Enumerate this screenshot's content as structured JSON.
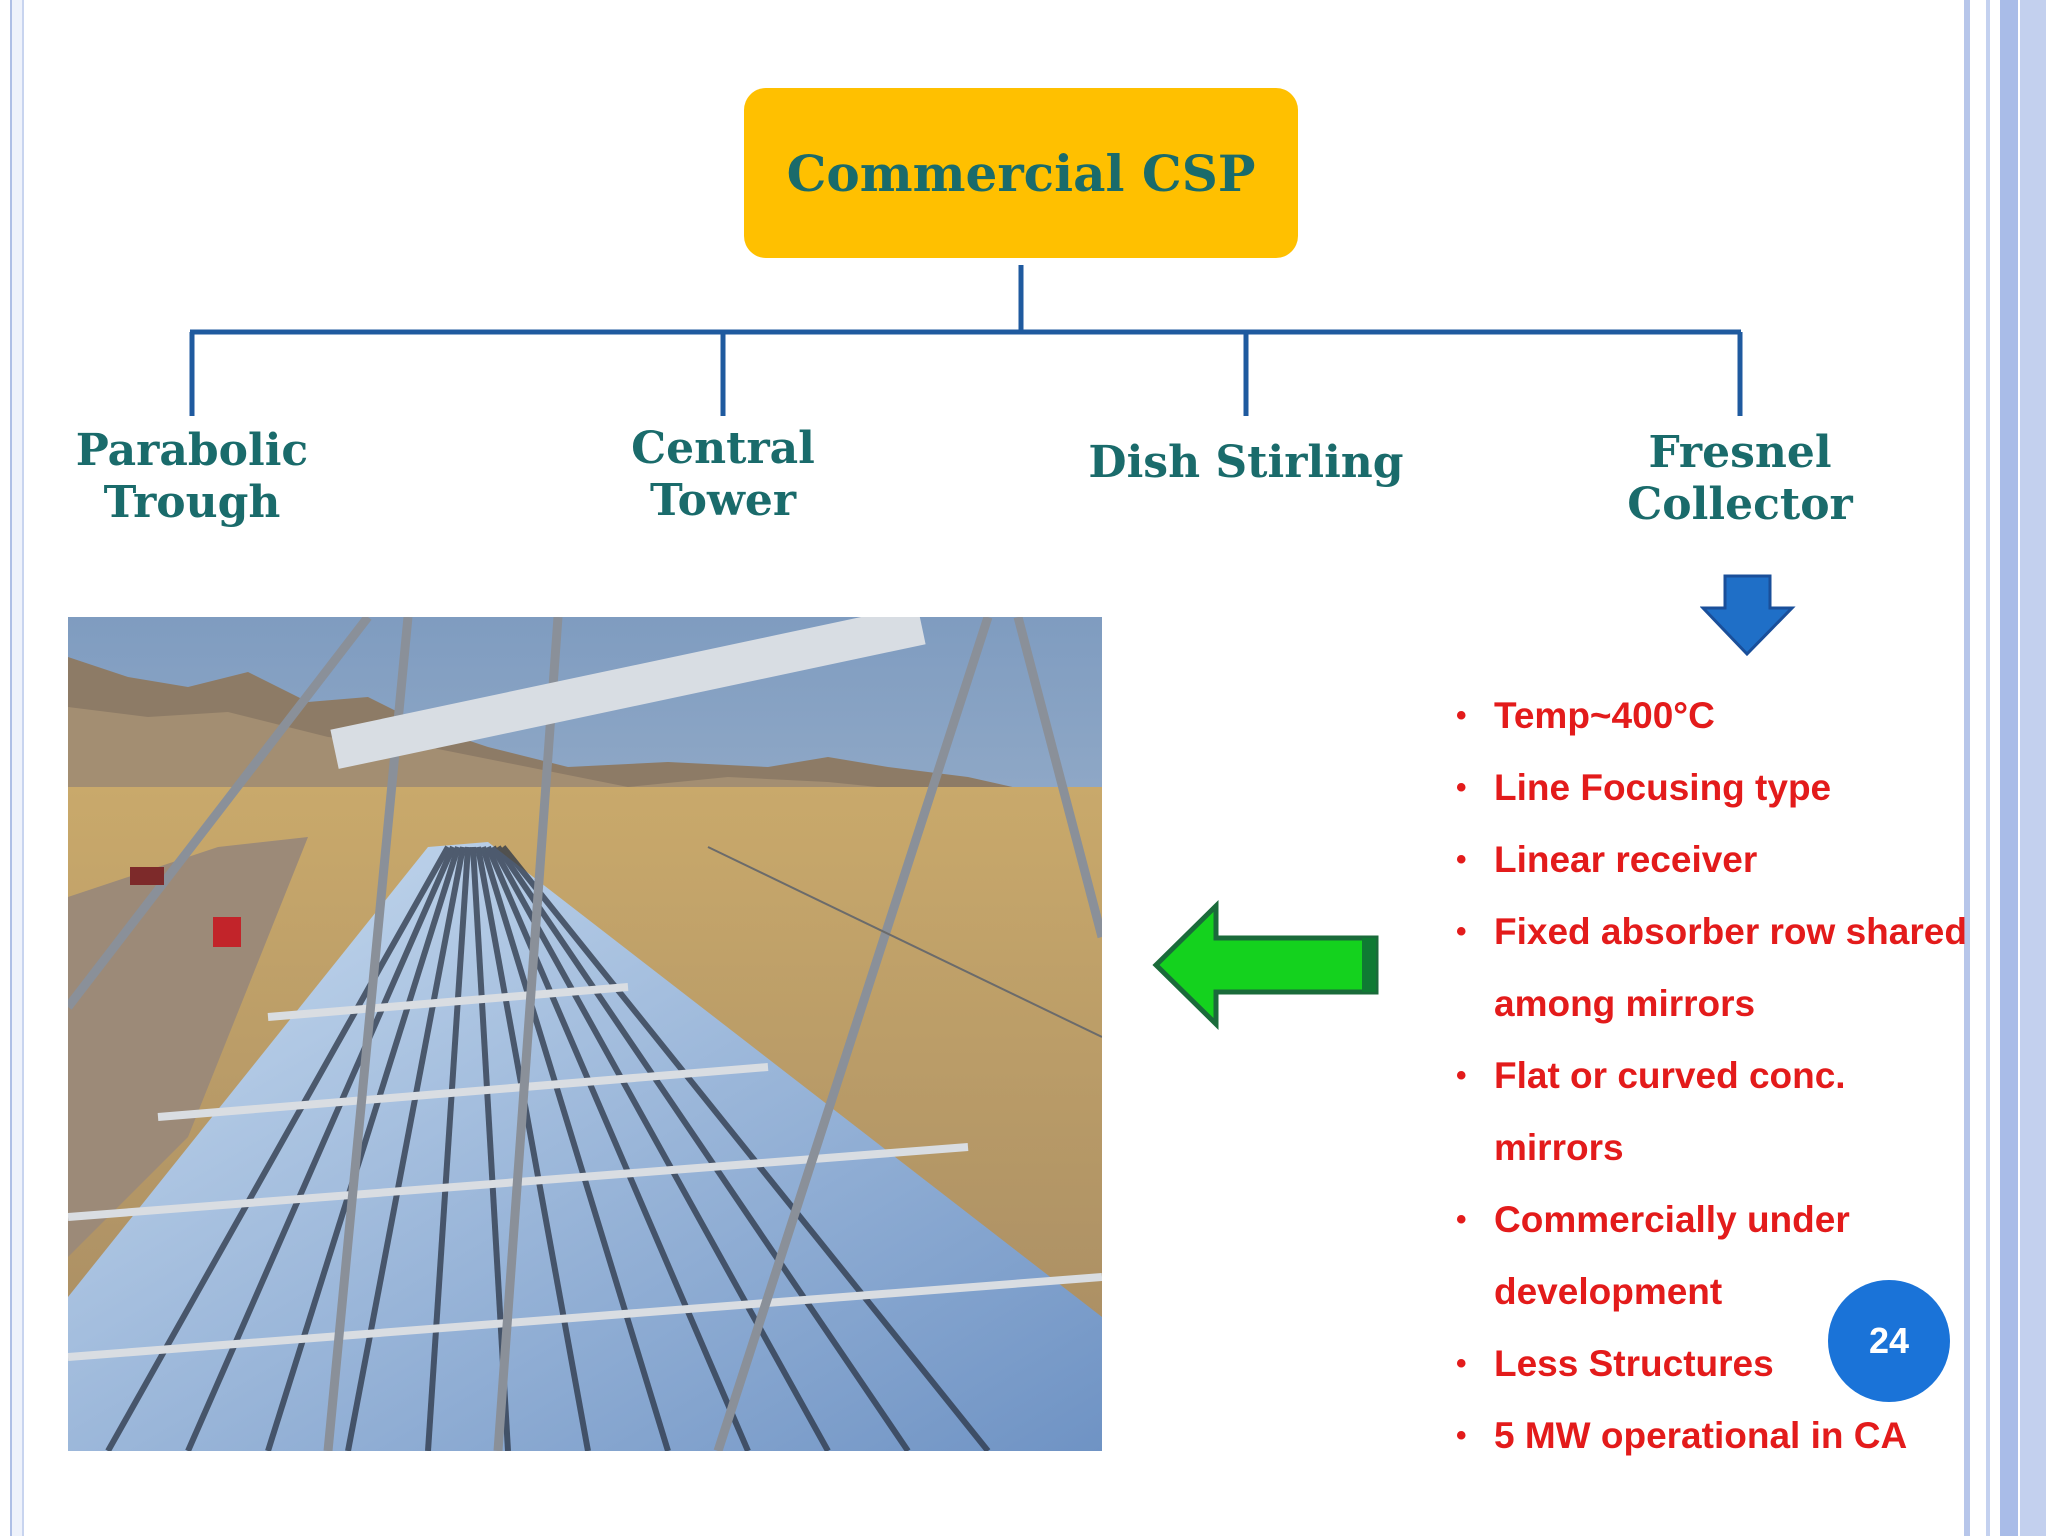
{
  "diagram": {
    "root": {
      "label": "Commercial CSP",
      "color": "#ffc000",
      "text_color": "#1a6b6b"
    },
    "branches": [
      {
        "label": "Parabolic\nTrough"
      },
      {
        "label": "Central\nTower"
      },
      {
        "label": "Dish Stirling"
      },
      {
        "label": "Fresnel\nCollector"
      }
    ],
    "connector_color": "#1f5a9f"
  },
  "arrows": {
    "down_arrow": {
      "icon": "down-arrow-icon",
      "color": "#1f6fc7"
    },
    "left_arrow": {
      "icon": "left-arrow-icon",
      "color": "#14d21e"
    }
  },
  "bullets": [
    "Temp~400°C",
    "Line Focusing type",
    "Linear receiver",
    "Fixed absorber row shared among mirrors",
    "Flat or curved conc. mirrors",
    "Commercially under development",
    "Less Structures",
    "5 MW operational in CA"
  ],
  "bullet_color": "#e31b1b",
  "page_number": "24",
  "photo": {
    "icon": "fresnel-collector-photo"
  }
}
